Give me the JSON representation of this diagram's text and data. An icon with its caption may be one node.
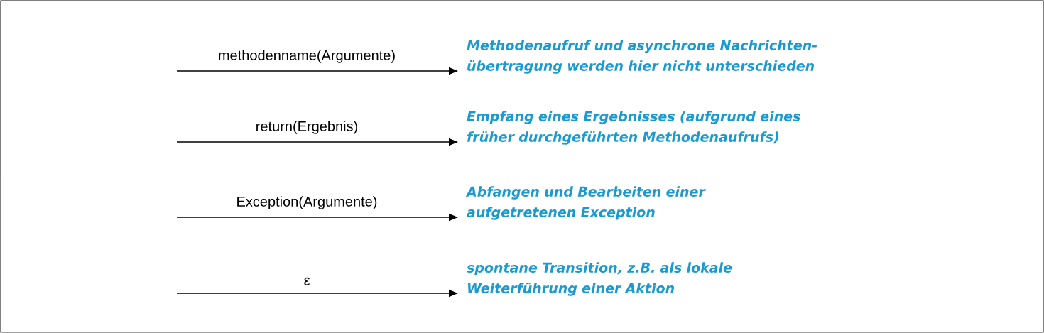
{
  "diagram": {
    "nodes": [
      {
        "text": [
          "Methodenaufruf und asynchrone Nachrichten- übertragung werden hier nicht unterschieden"
        ]
      },
      {
        "text": [
          "Empfang eines Ergebnisses (aufgrund eines früher durchgeführten Methodenaufrufs)"
        ]
      },
      {
        "text": [
          "Abfangen und Bearbeiten einer aufgetretenen Exception"
        ]
      },
      {
        "text": [
          "spontane Transition, z.B. als lokale Weiterführung einer Aktion"
        ]
      }
    ],
    "edges": [
      {
        "from": null,
        "to": 0,
        "arrow": "to",
        "label": "methodenname(Argumente)"
      },
      {
        "from": null,
        "to": 1,
        "arrow": "to",
        "label": "return(Ergebnis)"
      },
      {
        "from": null,
        "to": 2,
        "arrow": "to",
        "label": "Exception(Argumente)"
      },
      {
        "from": null,
        "to": 3,
        "arrow": "to",
        "label": "ε"
      }
    ]
  }
}
